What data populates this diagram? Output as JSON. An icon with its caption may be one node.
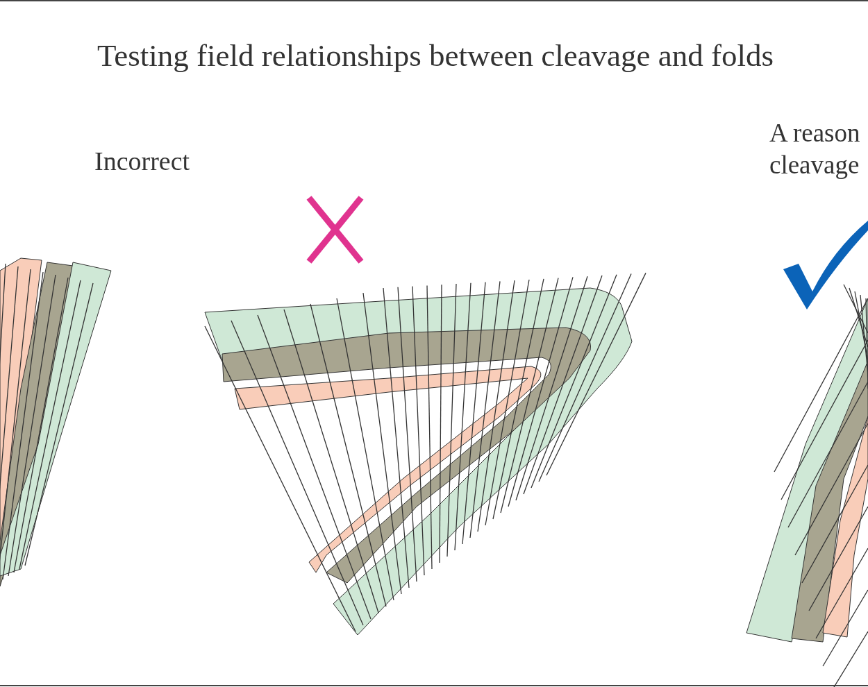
{
  "diagram": {
    "title": "Testing field relationships between cleavage and folds",
    "labels": [
      "Incorrect",
      "A reason",
      "cleavage"
    ]
  }
}
